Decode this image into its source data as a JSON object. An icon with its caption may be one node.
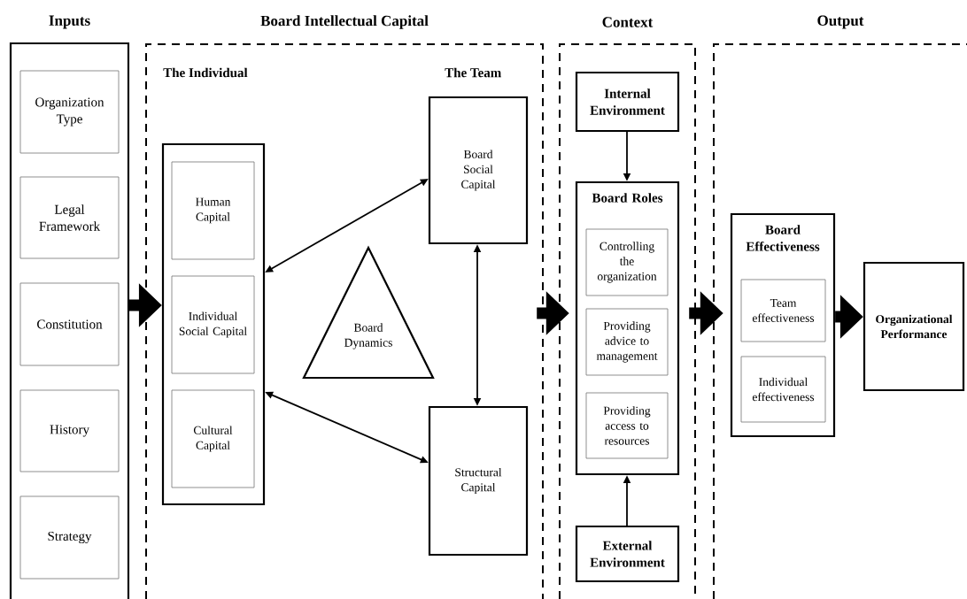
{
  "diagram": {
    "nodes": [
      {
        "text": [
          "Inputs"
        ]
      },
      {
        "text": [
          "Organization Type"
        ],
        "in": 0
      },
      {
        "text": [
          "Legal Framework"
        ],
        "in": 0
      },
      {
        "text": [
          "Constitution"
        ],
        "in": 0
      },
      {
        "text": [
          "History"
        ],
        "in": 0
      },
      {
        "text": [
          "Strategy"
        ],
        "in": 0
      },
      {
        "text": [
          "Board Intellectual Capital"
        ]
      },
      {
        "text": [],
        "shape": "box",
        "in": 6
      },
      {
        "text": [
          "Human Capital"
        ],
        "in": 7
      },
      {
        "text": [
          "Individual Social Capital"
        ],
        "in": 7
      },
      {
        "text": [
          "Cultural Capital"
        ],
        "in": 7
      },
      {
        "text": [
          "Board Social Capital"
        ],
        "in": 6
      },
      {
        "text": [
          "Board Dynamics"
        ],
        "in": 6
      },
      {
        "text": [
          "Structural Capital"
        ],
        "in": 6
      },
      {
        "text": [
          "Context"
        ]
      },
      {
        "text": [
          "Internal Environment"
        ],
        "in": 14
      },
      {
        "text": [
          "Board Roles"
        ],
        "in": 14
      },
      {
        "text": [
          "Controlling the organization"
        ],
        "in": 16
      },
      {
        "text": [
          "Providing advice to management"
        ],
        "in": 16
      },
      {
        "text": [
          "Providing access to resources"
        ],
        "in": 16
      },
      {
        "text": [
          "External Environment"
        ],
        "in": 14
      },
      {
        "text": [
          "Output"
        ]
      },
      {
        "text": [
          "Board Effectiveness"
        ],
        "in": 21
      },
      {
        "text": [
          "Team effectiveness"
        ],
        "in": 22
      },
      {
        "text": [
          "Individual effectiveness"
        ],
        "in": 22
      },
      {
        "text": [
          "Organizational Performance"
        ],
        "in": 21
      }
    ],
    "edges": [
      {
        "from": 0,
        "to": 7,
        "arrow": "to",
        "style": "thick"
      },
      {
        "from": 7,
        "to": 11,
        "arrow": "both"
      },
      {
        "from": 7,
        "to": 13,
        "arrow": "both"
      },
      {
        "from": 11,
        "to": 13,
        "arrow": "both"
      },
      {
        "from": 6,
        "to": 14,
        "arrow": "to",
        "style": "thick"
      },
      {
        "from": 15,
        "to": 16,
        "arrow": "to"
      },
      {
        "from": 20,
        "to": 16,
        "arrow": "to"
      },
      {
        "from": 14,
        "to": 21,
        "arrow": "to",
        "style": "thick"
      },
      {
        "from": 22,
        "to": 25,
        "arrow": "to",
        "style": "thick"
      }
    ],
    "labels": [
      "The Individual",
      "The Team"
    ]
  }
}
